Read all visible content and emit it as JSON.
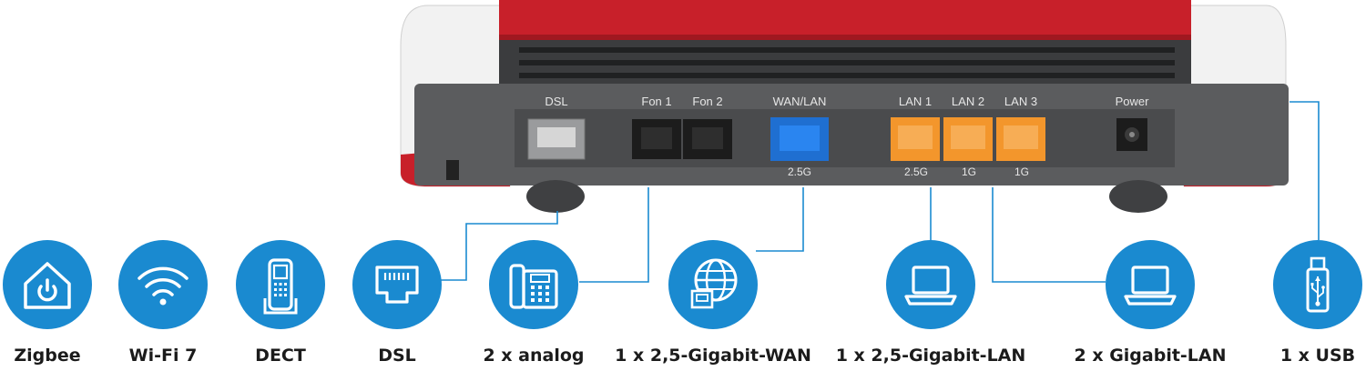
{
  "router": {
    "ports": {
      "dsl": "DSL",
      "fon1": "Fon 1",
      "fon2": "Fon 2",
      "wanlan": "WAN/LAN",
      "lan1": "LAN 1",
      "lan2": "LAN 2",
      "lan3": "LAN 3",
      "power": "Power"
    },
    "speeds": {
      "wan": "2.5G",
      "lan1": "2.5G",
      "lan2": "1G",
      "lan3": "1G"
    }
  },
  "features": [
    {
      "label": "Zigbee",
      "icon": "smart-home-power-icon"
    },
    {
      "label": "Wi-Fi 7",
      "icon": "wifi-icon"
    },
    {
      "label": "DECT",
      "icon": "cordless-phone-icon"
    },
    {
      "label": "DSL",
      "icon": "ethernet-port-icon"
    },
    {
      "label": "2 x analog",
      "icon": "desk-phone-icon"
    },
    {
      "label": "1 x 2,5-Gigabit-WAN",
      "icon": "globe-icon"
    },
    {
      "label": "1 x 2,5-Gigabit-LAN",
      "icon": "laptop-icon"
    },
    {
      "label": "2 x Gigabit-LAN",
      "icon": "laptop-icon"
    },
    {
      "label": "1 x USB",
      "icon": "usb-stick-icon"
    }
  ],
  "colors": {
    "accent_blue": "#1a8ad0",
    "router_red": "#c8202a",
    "router_grey": "#58595b",
    "lan_orange": "#f3962c",
    "wan_blue": "#1f6fd1"
  }
}
